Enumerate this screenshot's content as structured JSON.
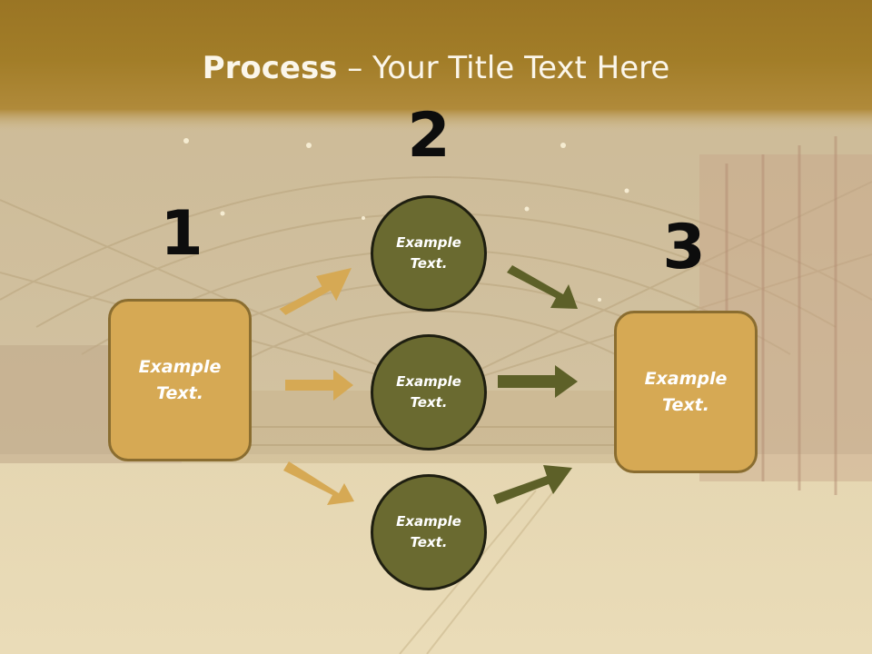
{
  "slide": {
    "title_bold": "Process",
    "title_rest": " – Your Title Text Here"
  },
  "steps": [
    {
      "number": "1"
    },
    {
      "number": "2"
    },
    {
      "number": "3"
    }
  ],
  "boxes": {
    "left": "Example\nText.",
    "right": "Example\nText."
  },
  "circles": [
    "Example\nText.",
    "Example\nText.",
    "Example\nText."
  ],
  "colors": {
    "header_band": "#a27a22",
    "box_fill": "#d6a954",
    "box_border": "#8a6d30",
    "circle_fill": "#6a6a30",
    "gold_arrow": "#d6a954",
    "olive_arrow": "#5d6028",
    "step_number": "#0d0d0d"
  }
}
